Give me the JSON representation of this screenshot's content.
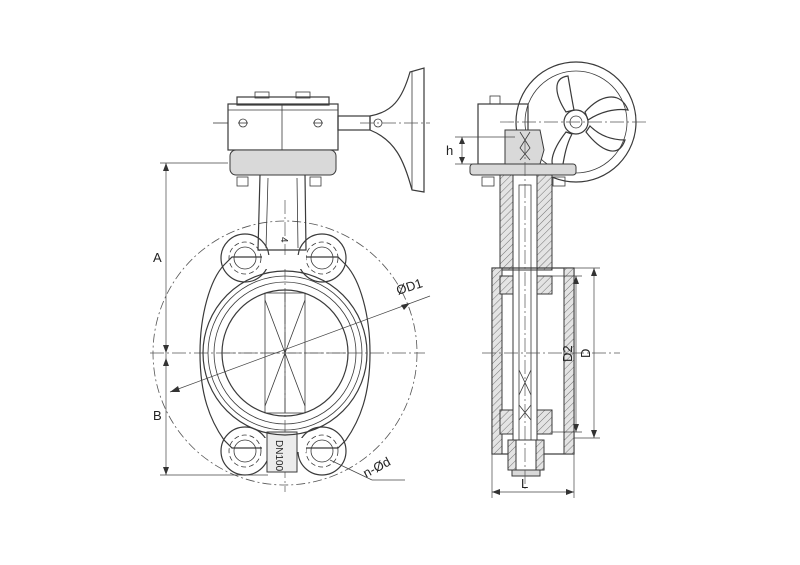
{
  "labels": {
    "A": "A",
    "B": "B",
    "D1": "ØD1",
    "holes": "n-Ød",
    "h": "h",
    "D2": "D2",
    "D": "D",
    "L": "L",
    "stem_mark_top": "4",
    "stem_mark_bottom": "DI",
    "nominal_size": "DN100"
  },
  "colors": {
    "line": "#3a3a3a",
    "fill_gray": "#d9d9d9",
    "background": "#ffffff"
  }
}
